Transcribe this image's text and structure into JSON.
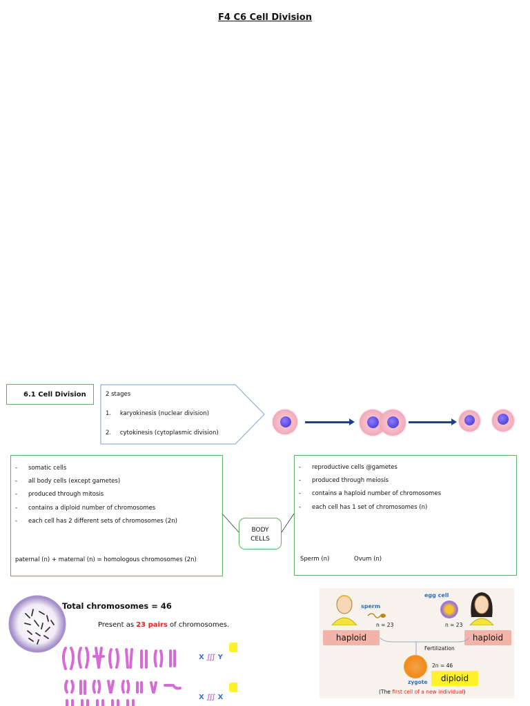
{
  "title": "F4 C6 Cell Division",
  "section": {
    "label": "6.1 Cell Division"
  },
  "stages": {
    "heading": "2 stages",
    "items": [
      {
        "num": "1.",
        "text": "karyokinesis (nuclear division)"
      },
      {
        "num": "2.",
        "text": "cytokinesis (cytoplasmic division)"
      }
    ]
  },
  "body_cells_box": {
    "items": [
      "somatic cells",
      "all body cells (except gametes)",
      "produced through mitosis",
      "contains a diploid number of chromosomes",
      "each cell has 2 different sets of chromosomes (2n)"
    ],
    "footer": "paternal (n) + maternal (n) = homologous chromosomes (2n)"
  },
  "center_label": {
    "line1": "BODY",
    "line2": "CELLS"
  },
  "gametes_box": {
    "items": [
      "reproductive cells @gametes",
      "produced through meiosis",
      "contains a haploid number of chromosomes",
      "each cell has 1 set of chromosomes (n)"
    ],
    "sperm": "Sperm (n)",
    "ovum": "Ovum (n)"
  },
  "karyotype": {
    "total": "Total chromosomes = 46",
    "present_prefix": "Present as ",
    "pairs": "23 pairs",
    "present_suffix": " of chromosomes.",
    "x": "X",
    "y": "Y"
  },
  "fertilization": {
    "sperm": "sperm",
    "egg": "egg cell",
    "n_left": "n = 23",
    "n_right": "n = 23",
    "haploid_left": "haploid",
    "haploid_right": "haploid",
    "process": "Fertilization",
    "two_n": "2n = 46",
    "zygote": "zygote",
    "diploid": "diploid",
    "caption_pre": "(The ",
    "caption_red": "first cell of a new individual",
    "caption_post": ")"
  },
  "colors": {
    "box_border": "#5fb35f",
    "arrow": "#1f3f8a",
    "nucleus": "#4b3fe0",
    "chromosome": "#d66bd6",
    "haploid_bg": "#f2b3a8",
    "diploid_bg": "#fff22a",
    "red_text": "#e5231b"
  }
}
